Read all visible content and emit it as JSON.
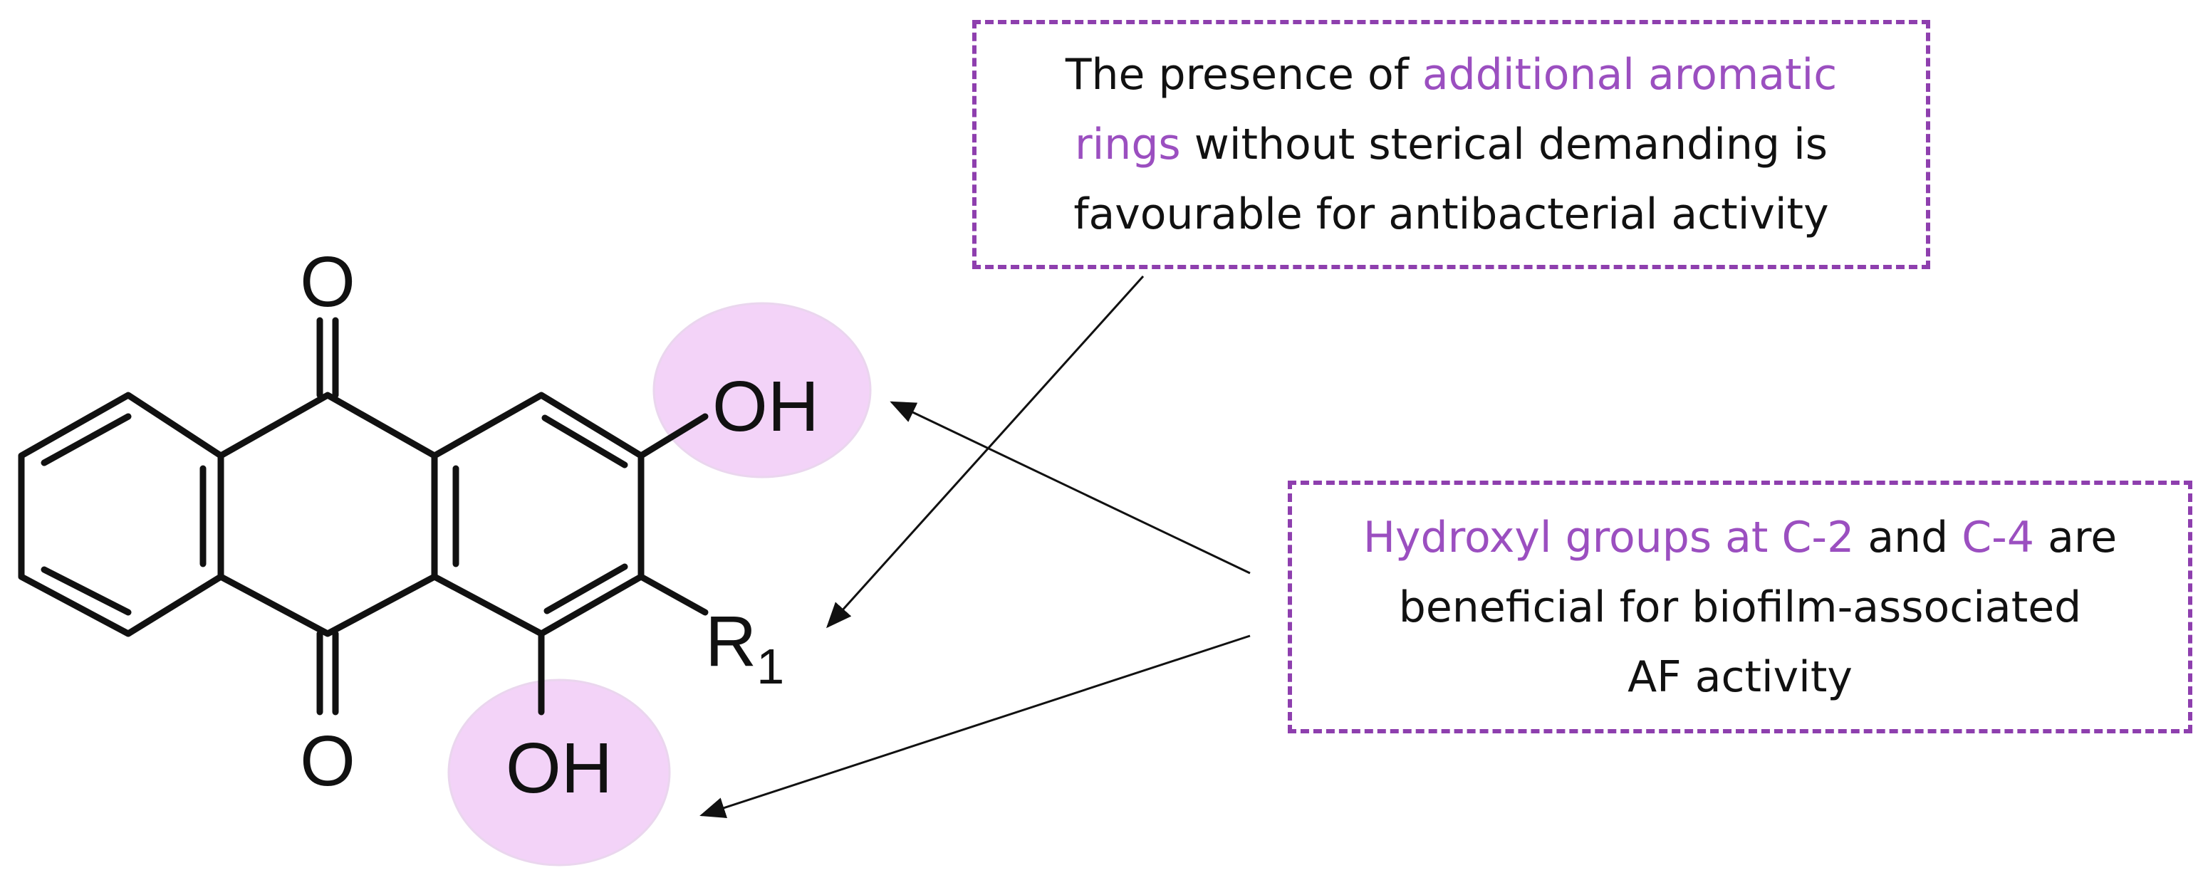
{
  "colors": {
    "accent": "#9b4fc0",
    "box_border": "#8e3fae",
    "highlight_fill": "#f3d3f8",
    "text": "#111111"
  },
  "molecule": {
    "carbonyl_top": "O",
    "carbonyl_bottom": "O",
    "hydroxyl_c2": "OH",
    "hydroxyl_c4": "OH",
    "substituent_r": "R",
    "substituent_sub": "1"
  },
  "annotations": {
    "aromatic_box": {
      "line1_pre": "The presence of ",
      "line1_hl": "additional aromatic",
      "line2_hl": "rings",
      "line2_post": " without sterical demanding is",
      "line3": "favourable for antibacterial activity"
    },
    "hydroxyl_box": {
      "line1_hl1": "Hydroxyl groups at C-2",
      "line1_mid": " and ",
      "line1_hl2": "C-4",
      "line1_post": " are",
      "line2": "beneficial for biofilm-associated",
      "line3": "AF activity"
    }
  }
}
